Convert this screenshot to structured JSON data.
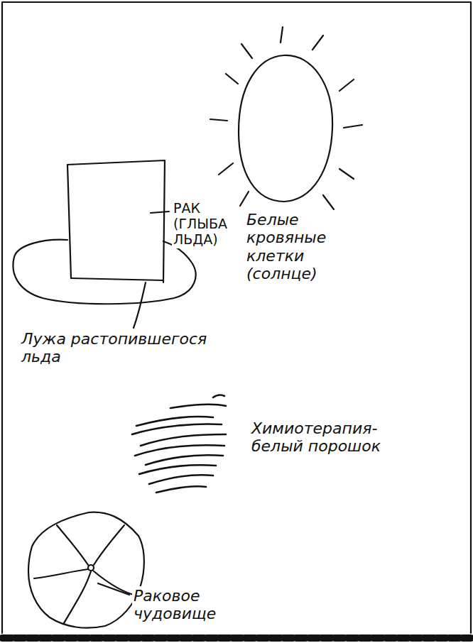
{
  "diagram": {
    "labels": [
      "РАК (ГЛЫБА ЛЬДА)",
      "Белые кровяные клетки (солнце)",
      "Лужа растопившегося льда",
      "Химиотерапия- белый порошок",
      "Раковое чудовище"
    ]
  }
}
